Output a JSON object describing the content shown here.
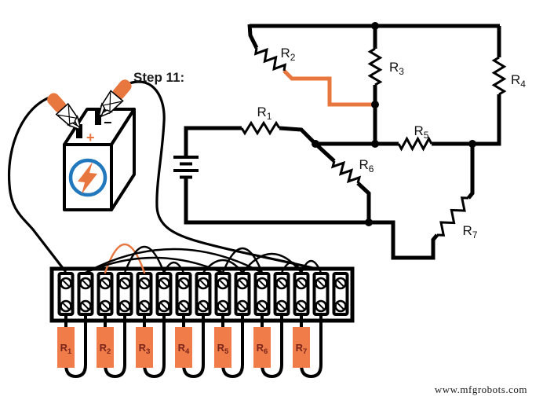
{
  "step_label": "Step 11:",
  "watermark": "www.mfgrobots.com",
  "colors": {
    "wire_black": "#000000",
    "accent_orange": "#E8773F",
    "resistor_orange": "#F07C4A",
    "battery_blue": "#2278BD",
    "resistor_label": "#7A241A",
    "watermark_color": "#1a1a1a"
  },
  "battery": {
    "plus_symbol": "+",
    "minus_symbol": "−"
  },
  "schematic": {
    "resistors": [
      {
        "id": "r1",
        "base": "R",
        "sub": "1"
      },
      {
        "id": "r2",
        "base": "R",
        "sub": "2"
      },
      {
        "id": "r3",
        "base": "R",
        "sub": "3"
      },
      {
        "id": "r4",
        "base": "R",
        "sub": "4"
      },
      {
        "id": "r5",
        "base": "R",
        "sub": "5"
      },
      {
        "id": "r6",
        "base": "R",
        "sub": "6"
      },
      {
        "id": "r7",
        "base": "R",
        "sub": "7"
      }
    ]
  },
  "terminal_strip": {
    "terminal_count": 15,
    "resistors": [
      {
        "id": "r1",
        "base": "R",
        "sub": "1",
        "terminals": [
          1,
          2
        ]
      },
      {
        "id": "r2",
        "base": "R",
        "sub": "2",
        "terminals": [
          3,
          4
        ]
      },
      {
        "id": "r3",
        "base": "R",
        "sub": "3",
        "terminals": [
          5,
          6
        ]
      },
      {
        "id": "r4",
        "base": "R",
        "sub": "4",
        "terminals": [
          7,
          8
        ]
      },
      {
        "id": "r5",
        "base": "R",
        "sub": "5",
        "terminals": [
          9,
          10
        ]
      },
      {
        "id": "r6",
        "base": "R",
        "sub": "6",
        "terminals": [
          11,
          12
        ]
      },
      {
        "id": "r7",
        "base": "R",
        "sub": "7",
        "terminals": [
          13,
          14
        ]
      }
    ],
    "jumpers": [
      {
        "from": 3,
        "to": 5,
        "color": "orange",
        "arc_height": 36
      },
      {
        "from": 4,
        "to": 6,
        "color": "black",
        "arc_height": 33
      },
      {
        "from": 6,
        "to": 7,
        "color": "black",
        "arc_height": 13
      },
      {
        "from": 2,
        "to": 9,
        "color": "black",
        "arc_height": 19
      },
      {
        "from": 2,
        "to": 11,
        "color": "black",
        "arc_height": 30
      },
      {
        "from": 8,
        "to": 10,
        "color": "black",
        "arc_height": 16
      },
      {
        "from": 9,
        "to": 11,
        "color": "black",
        "arc_height": 31
      },
      {
        "from": 10,
        "to": 13,
        "color": "black",
        "arc_height": 24
      },
      {
        "from": 12,
        "to": 13,
        "color": "black",
        "arc_height": 13
      },
      {
        "from": 13,
        "to": 14,
        "color": "black",
        "arc_height": 15
      }
    ],
    "battery_connections": [
      {
        "terminal": 1,
        "polarity": "+"
      },
      {
        "terminal": 14,
        "polarity": "−"
      }
    ]
  }
}
